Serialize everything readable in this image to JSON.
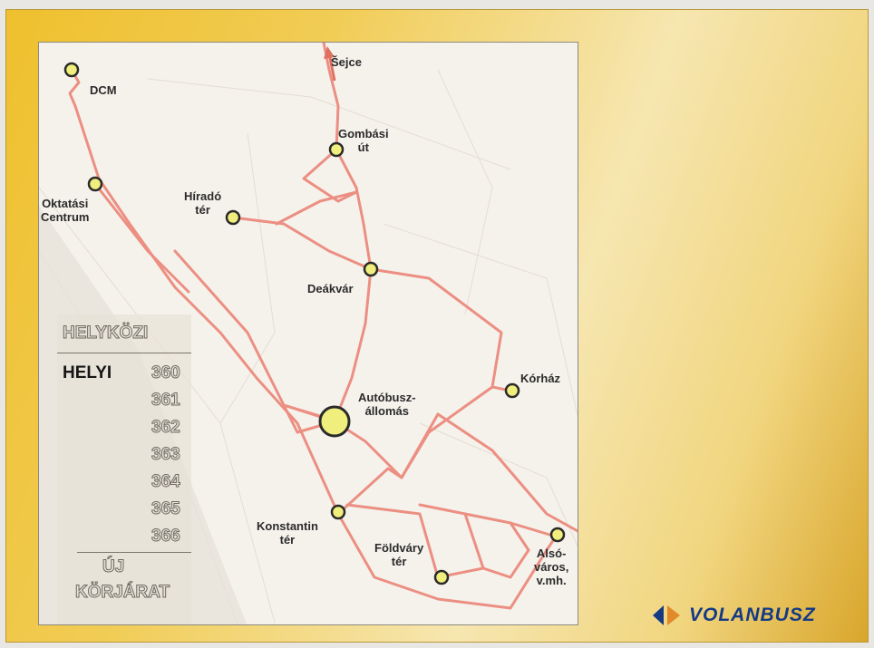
{
  "map": {
    "route_color": "#ec8f82",
    "stop_fill": "#f0ef7d",
    "stop_stroke": "#2a2a2a",
    "arrow_color": "#e0705f",
    "direction": "Šejce",
    "stops": {
      "dcm": "DCM",
      "gombasi": "Gombási\nút",
      "oktatasi": "Oktatási\nCentrum",
      "hirado": "Híradó\ntér",
      "deakvar": "Deákvár",
      "korhaz": "Kórház",
      "autobusz": "Autóbusz-\nállomás",
      "konstantin": "Konstantin\ntér",
      "foldvary": "Földváry\ntér",
      "alsovaros": "Alsó-\nváros,\nv.mh."
    }
  },
  "legend": {
    "helykozi": "HELYKÖZI",
    "helyi": "HELYI",
    "lines": [
      "360",
      "361",
      "362",
      "363",
      "364",
      "365",
      "366"
    ],
    "uj": "ÚJ",
    "korjarat": "KÖRJÁRAT"
  },
  "logo": {
    "text": "VOLANBUSZ",
    "color": "#143a84"
  }
}
